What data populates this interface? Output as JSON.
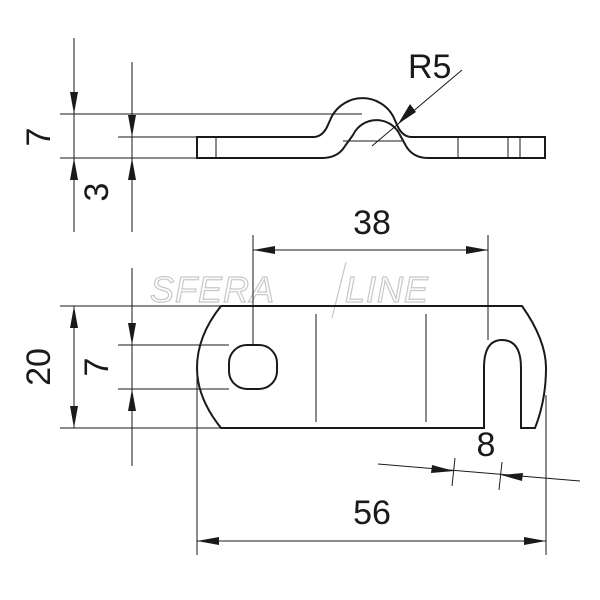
{
  "watermark": {
    "left": "SFERA",
    "right": "LINE"
  },
  "dimensions": {
    "side_total_height": "7",
    "side_thickness": "3",
    "bend_radius": "R5",
    "hole_spacing": "38",
    "plate_height": "20",
    "hole_height": "7",
    "slot_width": "8",
    "overall_length": "56"
  },
  "colors": {
    "line": "#1a1a1a",
    "watermark": "#c8c8c8",
    "background": "#ffffff"
  }
}
